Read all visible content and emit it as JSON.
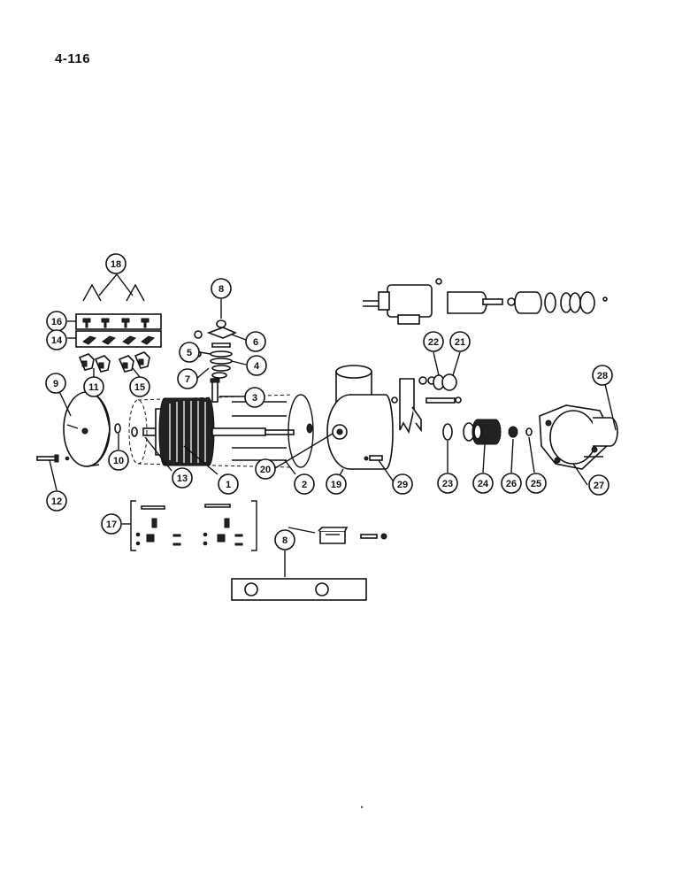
{
  "page_number": "4-116",
  "callouts": [
    {
      "id": "c1",
      "label": "1"
    },
    {
      "id": "c2",
      "label": "2"
    },
    {
      "id": "c3",
      "label": "3"
    },
    {
      "id": "c4",
      "label": "4"
    },
    {
      "id": "c5",
      "label": "5"
    },
    {
      "id": "c6",
      "label": "6"
    },
    {
      "id": "c7",
      "label": "7"
    },
    {
      "id": "c8a",
      "label": "8"
    },
    {
      "id": "c8b",
      "label": "8"
    },
    {
      "id": "c9",
      "label": "9"
    },
    {
      "id": "c10",
      "label": "10"
    },
    {
      "id": "c11",
      "label": "11"
    },
    {
      "id": "c12",
      "label": "12"
    },
    {
      "id": "c13",
      "label": "13"
    },
    {
      "id": "c14",
      "label": "14"
    },
    {
      "id": "c15",
      "label": "15"
    },
    {
      "id": "c16",
      "label": "16"
    },
    {
      "id": "c17",
      "label": "17"
    },
    {
      "id": "c18",
      "label": "18"
    },
    {
      "id": "c19",
      "label": "19"
    },
    {
      "id": "c20",
      "label": "20"
    },
    {
      "id": "c21",
      "label": "21"
    },
    {
      "id": "c22",
      "label": "22"
    },
    {
      "id": "c23",
      "label": "23"
    },
    {
      "id": "c24",
      "label": "24"
    },
    {
      "id": "c25",
      "label": "25"
    },
    {
      "id": "c26",
      "label": "26"
    },
    {
      "id": "c27",
      "label": "27"
    },
    {
      "id": "c28",
      "label": "28"
    },
    {
      "id": "c29",
      "label": "29"
    }
  ]
}
